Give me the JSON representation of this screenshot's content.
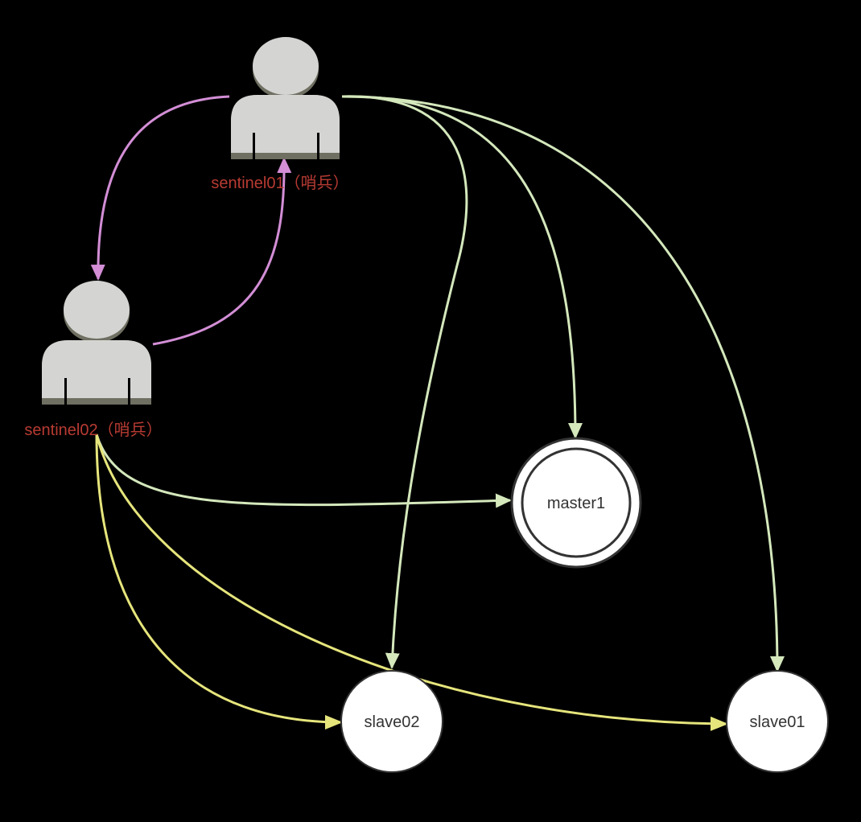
{
  "colors": {
    "background": "#000000",
    "sentinel_link": "#d38ed6",
    "monitor_link": "#d4e8bc",
    "replica_link": "#e6e57c",
    "label_red": "#b83b33"
  },
  "sentinels": [
    {
      "id": "sentinel01",
      "label": "sentinel01（哨兵）",
      "icon": "person-icon"
    },
    {
      "id": "sentinel02",
      "label": "sentinel02（哨兵）",
      "icon": "person-icon"
    }
  ],
  "nodes": [
    {
      "id": "master1",
      "label": "master1",
      "role": "master"
    },
    {
      "id": "slave02",
      "label": "slave02",
      "role": "slave"
    },
    {
      "id": "slave01",
      "label": "slave01",
      "role": "slave"
    }
  ],
  "edges": [
    {
      "from": "sentinel01",
      "to": "sentinel02",
      "type": "sentinel"
    },
    {
      "from": "sentinel02",
      "to": "sentinel01",
      "type": "sentinel"
    },
    {
      "from": "sentinel01",
      "to": "master1",
      "type": "monitor"
    },
    {
      "from": "sentinel01",
      "to": "slave02",
      "type": "monitor"
    },
    {
      "from": "sentinel01",
      "to": "slave01",
      "type": "monitor"
    },
    {
      "from": "sentinel02",
      "to": "master1",
      "type": "monitor"
    },
    {
      "from": "sentinel02",
      "to": "slave02",
      "type": "replica"
    },
    {
      "from": "sentinel02",
      "to": "slave01",
      "type": "replica"
    }
  ]
}
